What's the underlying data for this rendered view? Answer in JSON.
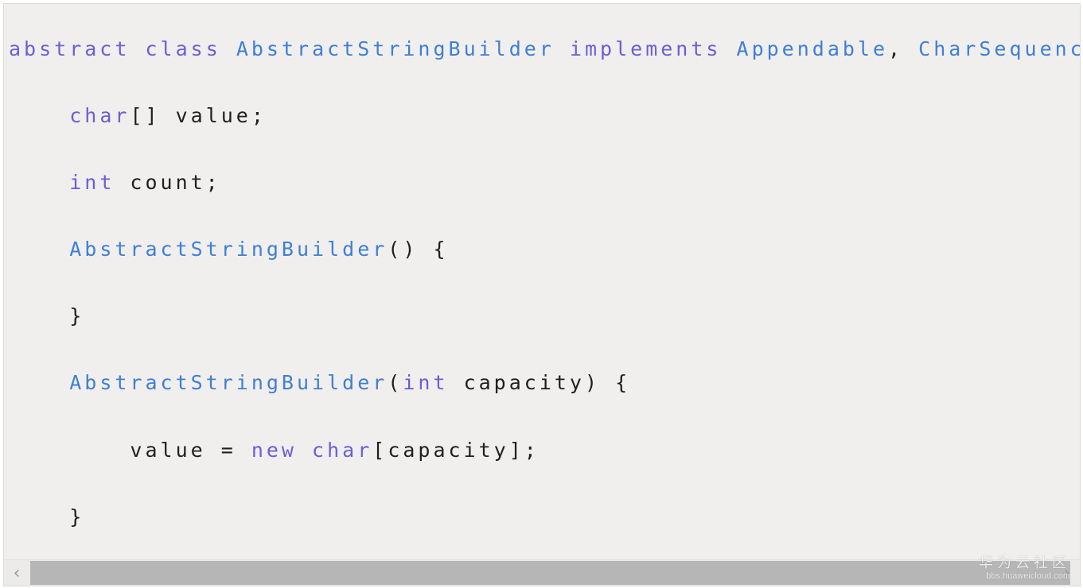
{
  "code_lines": [
    [
      {
        "t": "abstract",
        "c": "kw"
      },
      {
        "t": " ",
        "c": "pl"
      },
      {
        "t": "class",
        "c": "kw"
      },
      {
        "t": " ",
        "c": "pl"
      },
      {
        "t": "AbstractStringBuilder",
        "c": "id"
      },
      {
        "t": " ",
        "c": "pl"
      },
      {
        "t": "implements",
        "c": "kw"
      },
      {
        "t": " ",
        "c": "pl"
      },
      {
        "t": "Appendable",
        "c": "id"
      },
      {
        "t": ", ",
        "c": "pl"
      },
      {
        "t": "CharSequence",
        "c": "id"
      },
      {
        "t": " {",
        "c": "pl"
      }
    ],
    [
      {
        "t": "    ",
        "c": "pl"
      },
      {
        "t": "char",
        "c": "kw"
      },
      {
        "t": "[] value;",
        "c": "pl"
      }
    ],
    [
      {
        "t": "    ",
        "c": "pl"
      },
      {
        "t": "int",
        "c": "kw"
      },
      {
        "t": " count;",
        "c": "pl"
      }
    ],
    [
      {
        "t": "    ",
        "c": "pl"
      },
      {
        "t": "AbstractStringBuilder",
        "c": "id"
      },
      {
        "t": "() {",
        "c": "pl"
      }
    ],
    [
      {
        "t": "    }",
        "c": "pl"
      }
    ],
    [
      {
        "t": "    ",
        "c": "pl"
      },
      {
        "t": "AbstractStringBuilder",
        "c": "id"
      },
      {
        "t": "(",
        "c": "pl"
      },
      {
        "t": "int",
        "c": "kw"
      },
      {
        "t": " capacity) {",
        "c": "pl"
      }
    ],
    [
      {
        "t": "        value = ",
        "c": "pl"
      },
      {
        "t": "new",
        "c": "kw"
      },
      {
        "t": " ",
        "c": "pl"
      },
      {
        "t": "char",
        "c": "kw"
      },
      {
        "t": "[capacity];",
        "c": "pl"
      }
    ],
    [
      {
        "t": "    }",
        "c": "pl"
      }
    ]
  ],
  "scrollbar": {
    "left_icon": "chevron-left-icon",
    "right_icon": "chevron-right-icon",
    "left_glyph": "‹",
    "right_glyph": "›"
  },
  "watermark": {
    "title": "华为云社区",
    "url": "bbs.huaweicloud.com"
  },
  "colors": {
    "keyword": "#6a5fd6",
    "identifier": "#3e7fd6",
    "plain": "#1f1f1f",
    "background": "#f1efee"
  }
}
